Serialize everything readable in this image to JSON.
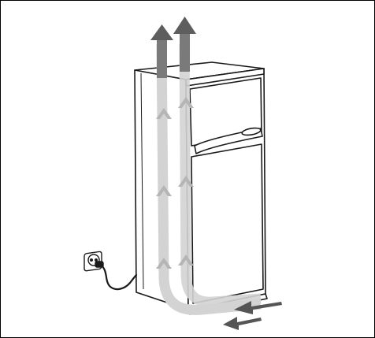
{
  "figure": {
    "subject": "refrigerator-freezer",
    "icons": [
      "refrigerator-icon",
      "wall-socket-icon",
      "power-cable-icon",
      "airflow-arrow-icon"
    ],
    "colors": {
      "outline": "#1a1a1a",
      "body": "#ffffff",
      "airflow_light": "#d3d3d3",
      "airflow_mid": "#b5b5b5",
      "airflow_dark": "#7a7a7a",
      "intake_arrow": "#555555"
    },
    "airflow": {
      "intake": "front-bottom",
      "exhaust": "top-back",
      "channels": 2
    }
  }
}
